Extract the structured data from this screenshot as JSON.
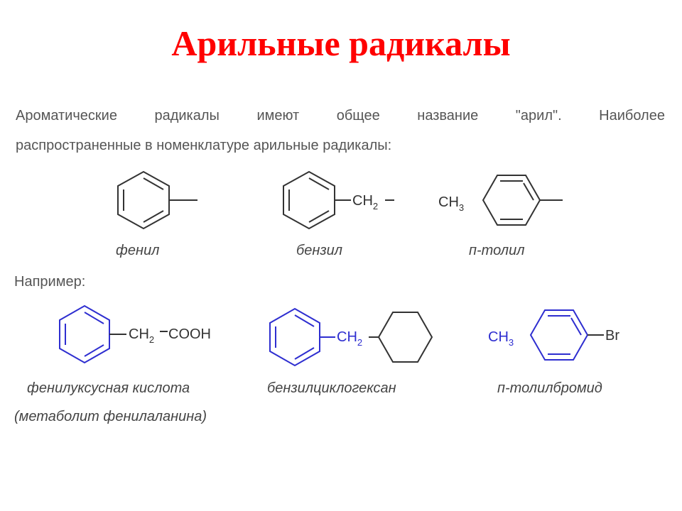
{
  "title": "Арильные радикалы",
  "intro": {
    "words": [
      "Ароматические",
      "радикалы",
      "имеют",
      "общее",
      "название",
      "\"арил\".",
      "Наиболее"
    ],
    "line2": "распространенные в номенклатуре арильные радикалы:"
  },
  "radicals": [
    {
      "name": "фенил"
    },
    {
      "name": "бензил",
      "group": "CH",
      "sub": "2"
    },
    {
      "name": "п-толил",
      "group": "CH",
      "sub": "3"
    }
  ],
  "example_label": "Например:",
  "examples": [
    {
      "name": "фенилуксусная кислота",
      "note": "(метаболит фенилаланина)",
      "group": "CH",
      "sub": "2",
      "tail": "COOH"
    },
    {
      "name": "бензилциклогексан",
      "group": "CH",
      "sub": "2"
    },
    {
      "name": "п-толилбромид",
      "group": "CH",
      "sub": "3",
      "tail": "Br"
    }
  ],
  "colors": {
    "title": "#ff0000",
    "highlight": "#2e2ed0",
    "bond": "#333333"
  }
}
